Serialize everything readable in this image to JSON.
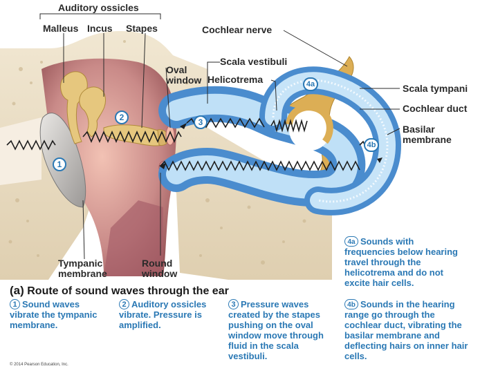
{
  "diagram": {
    "labels": {
      "auditory_ossicles": "Auditory ossicles",
      "malleus": "Malleus",
      "incus": "Incus",
      "stapes": "Stapes",
      "oval_window_1": "Oval",
      "oval_window_2": "window",
      "cochlear_nerve": "Cochlear nerve",
      "scala_vestibuli": "Scala vestibuli",
      "helicotrema": "Helicotrema",
      "scala_tympani": "Scala tympani",
      "cochlear_duct": "Cochlear duct",
      "basilar_membrane_1": "Basilar",
      "basilar_membrane_2": "membrane",
      "tympanic_membrane_1": "Tympanic",
      "tympanic_membrane_2": "membrane",
      "round_window_1": "Round",
      "round_window_2": "window"
    },
    "markers": {
      "m1": "1",
      "m2": "2",
      "m3": "3",
      "m4a": "4a",
      "m4b": "4b"
    },
    "part_title": {
      "letter": "(a)",
      "text": "Route of sound waves through the ear"
    },
    "step_4a": {
      "num": "4a",
      "lines": [
        "Sounds with",
        "frequencies below hearing",
        "travel through the",
        "helicotrema and do not",
        "excite hair cells."
      ]
    },
    "steps": [
      {
        "num": "1",
        "lines": [
          "Sound waves",
          "vibrate the tympanic",
          "membrane."
        ]
      },
      {
        "num": "2",
        "lines": [
          "Auditory ossicles",
          "vibrate. Pressure is",
          "amplified."
        ]
      },
      {
        "num": "3",
        "lines": [
          "Pressure waves",
          "created by the stapes",
          "pushing on the oval",
          "window move through",
          "fluid in the scala",
          "vestibuli."
        ]
      },
      {
        "num": "4b",
        "lines": [
          "Sounds in the hearing",
          "range go through the",
          "cochlear duct, vibrating the",
          "basilar membrane and",
          "deflecting hairs on inner hair",
          "cells."
        ]
      }
    ],
    "copyright": "© 2014 Pearson Education, Inc.",
    "colors": {
      "accent": "#2a78b4",
      "bone": "#e9dcc0",
      "cavity": "#c98a8a",
      "fluid": "#9cc8ea",
      "ossicle": "#e2c27a",
      "nerve": "#d9a84a"
    }
  }
}
